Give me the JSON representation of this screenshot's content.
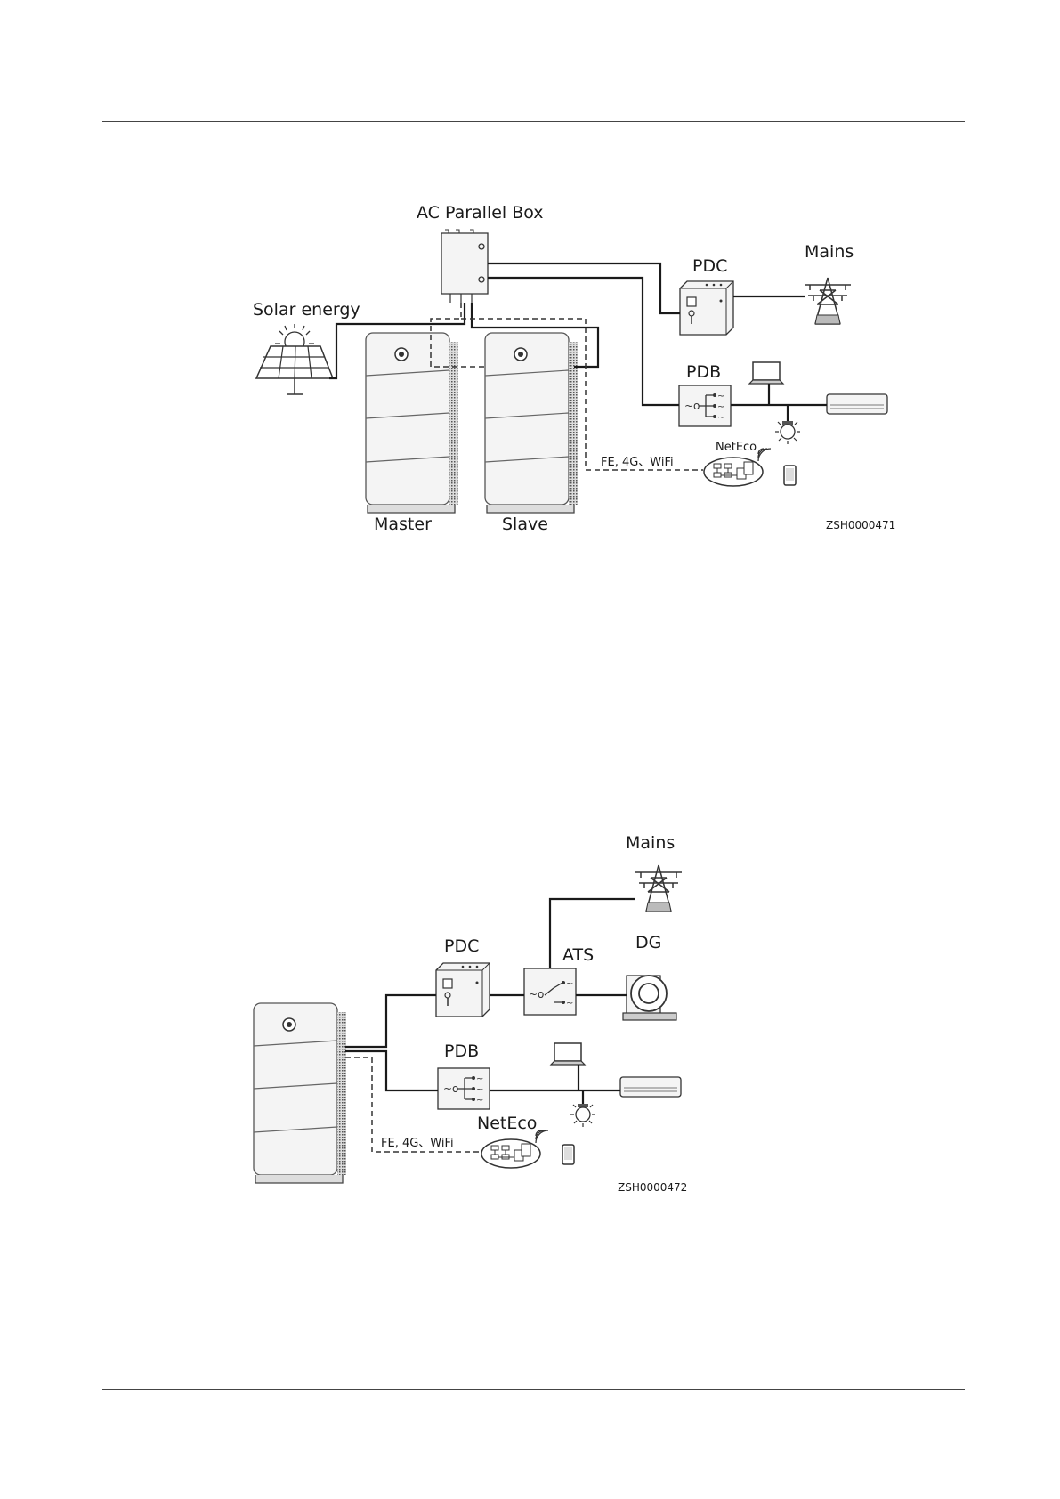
{
  "figure1": {
    "ac_parallel_box": "AC Parallel Box",
    "solar": "Solar energy",
    "pdc": "PDC",
    "mains": "Mains",
    "pdb": "PDB",
    "neteco": "NetEco",
    "comm": "FE, 4G、WiFi",
    "master": "Master",
    "slave": "Slave",
    "figure_id": "ZSH0000471"
  },
  "figure2": {
    "mains": "Mains",
    "pdc": "PDC",
    "ats": "ATS",
    "dg": "DG",
    "pdb": "PDB",
    "neteco": "NetEco",
    "comm": "FE, 4G、WiFi",
    "figure_id": "ZSH0000472"
  },
  "icons": [
    "battery-cabinet-icon",
    "ac-parallel-box-icon",
    "solar-panel-icon",
    "pdc-cabinet-icon",
    "pdb-icon",
    "transmission-tower-icon",
    "laptop-icon",
    "air-conditioner-icon",
    "light-bulb-icon",
    "neteco-server-icon",
    "smartphone-icon",
    "ats-icon",
    "diesel-generator-icon"
  ],
  "colors": {
    "line": "#1a1a1a",
    "device": "#f2f2f2"
  }
}
